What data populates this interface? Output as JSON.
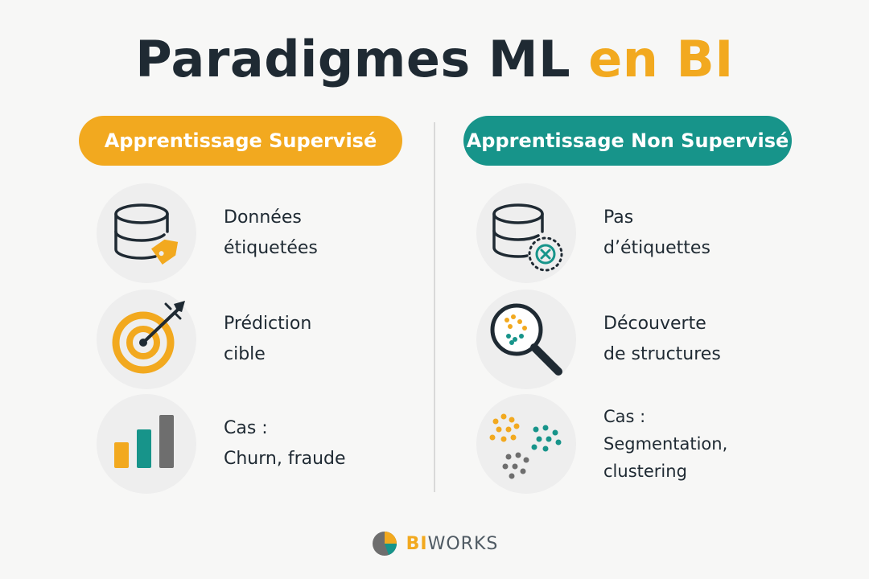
{
  "title": {
    "main": "Paradigmes ML",
    "accent": "en BI"
  },
  "colors": {
    "accent": "#f2a91f",
    "teal": "#17948a",
    "dark": "#1f2a33",
    "gray": "#6e6e6e"
  },
  "left": {
    "heading": "Apprentissage Supervisé",
    "items": [
      {
        "icon": "database-tag-icon",
        "line1": "Données",
        "line2": "étiquetées"
      },
      {
        "icon": "target-icon",
        "line1": "Prédiction",
        "line2": "cible"
      },
      {
        "icon": "bar-chart-icon",
        "line1": "Cas :",
        "line2": "Churn, fraude"
      }
    ]
  },
  "right": {
    "heading": "Apprentissage Non Supervisé",
    "items": [
      {
        "icon": "database-x-icon",
        "line1": "Pas",
        "line2": "d’étiquettes"
      },
      {
        "icon": "magnifier-icon",
        "line1": "Découverte",
        "line2": "de structures"
      },
      {
        "icon": "clusters-icon",
        "line1": "Cas :",
        "line2": "Segmentation,",
        "line3": "clustering"
      }
    ]
  },
  "footer": {
    "brand_bi": "BI",
    "brand_works": "WORKS",
    "logo_icon": "biworks-logo-icon"
  }
}
